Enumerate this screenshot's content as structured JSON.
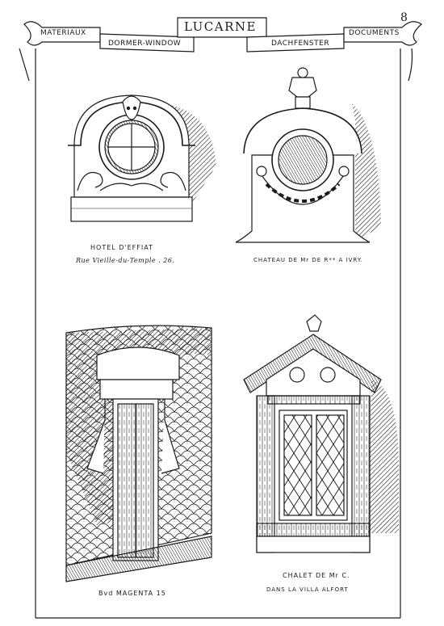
{
  "page_number": "8",
  "header": {
    "title": "LUCARNE",
    "left_banner": "MATERIAUX",
    "left_sub": "DORMER-WINDOW",
    "right_sub": "DACHFENSTER",
    "right_banner": "DOCUMENTS"
  },
  "figures": [
    {
      "line1": "HOTEL D'EFFIAT",
      "line2": "Rue Vieille-du-Temple . 26."
    },
    {
      "line1": "CHATEAU DE Mr DE R** A IVRY.",
      "line2": ""
    },
    {
      "line1": "Bvd MAGENTA 15",
      "line2": ""
    },
    {
      "line1": "CHALET DE Mr C.",
      "line2": "DANS LA VILLA ALFORT"
    }
  ],
  "colors": {
    "ink": "#1a1a1a",
    "paper": "#ffffff",
    "shade": "#3a3a3a"
  }
}
